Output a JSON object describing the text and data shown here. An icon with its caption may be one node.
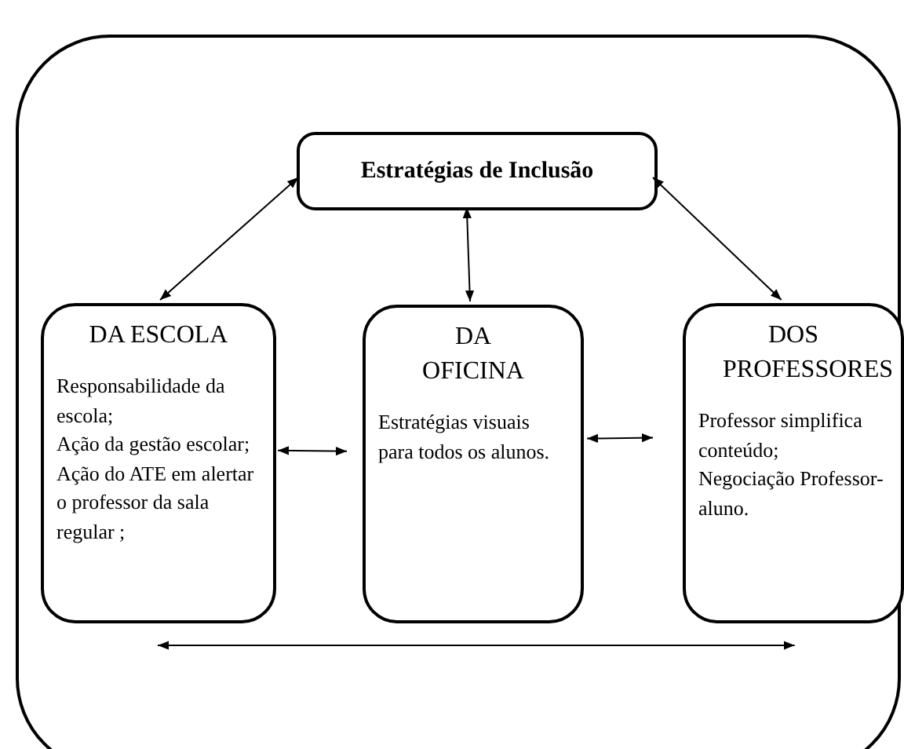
{
  "diagram": {
    "nodes": [
      {
        "text": [],
        "shape": "box"
      },
      {
        "text": [
          "Estratégias de Inclusão"
        ],
        "in": 0
      },
      {
        "text": [
          "DA ESCOLA",
          "Responsabilidade da escola;",
          "Ação da gestão escolar;",
          "Ação do ATE em alertar o professor da sala regular ;"
        ],
        "in": 0
      },
      {
        "text": [
          "DA OFICINA",
          "Estratégias visuais para todos os alunos."
        ],
        "in": 0
      },
      {
        "text": [
          "DOS PROFESSORES",
          "Professor simplifica conteúdo;",
          "Negociação Professor-aluno."
        ],
        "in": 0
      }
    ],
    "edges": [
      {
        "from": 1,
        "to": 2,
        "arrow": "both"
      },
      {
        "from": 1,
        "to": 3,
        "arrow": "both"
      },
      {
        "from": 1,
        "to": 4,
        "arrow": "both"
      },
      {
        "from": 2,
        "to": 3,
        "arrow": "both"
      },
      {
        "from": 3,
        "to": 4,
        "arrow": "both"
      },
      {
        "from": 2,
        "to": 4,
        "arrow": "both"
      }
    ]
  }
}
